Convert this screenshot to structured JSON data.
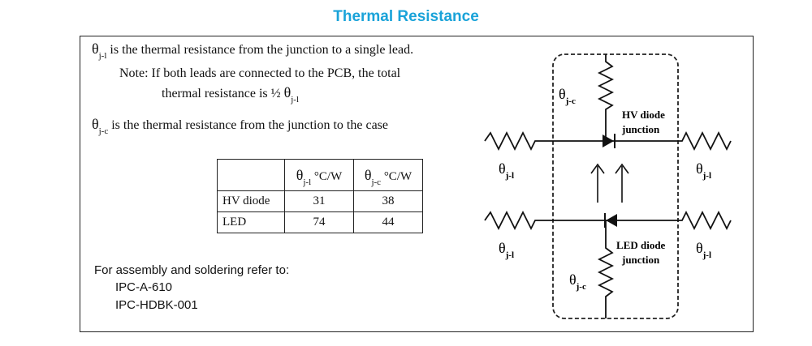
{
  "title": "Thermal Resistance",
  "theta": "θ",
  "sub_jl": "j-l",
  "sub_jc": "j-c",
  "text": {
    "line1_rest": "is the thermal resistance from the junction to a single lead.",
    "note_line1": "Note:  If both leads are connected to the PCB, the total",
    "note_line2": "thermal resistance is ½",
    "line3_rest": "is the thermal resistance from the junction to the case"
  },
  "table": {
    "unit": "°C/W",
    "rows": [
      {
        "label": "HV diode",
        "jl": "31",
        "jc": "38"
      },
      {
        "label": "LED",
        "jl": "74",
        "jc": "44"
      }
    ]
  },
  "assembly": {
    "intro": "For assembly and soldering refer to:",
    "refs": [
      "IPC-A-610",
      "IPC-HDBK-001"
    ]
  },
  "diagram": {
    "hv_label_1": "HV diode",
    "hv_label_2": "junction",
    "led_label_1": "LED diode",
    "led_label_2": "junction",
    "arrow_icon": "up-arrow-icon"
  }
}
